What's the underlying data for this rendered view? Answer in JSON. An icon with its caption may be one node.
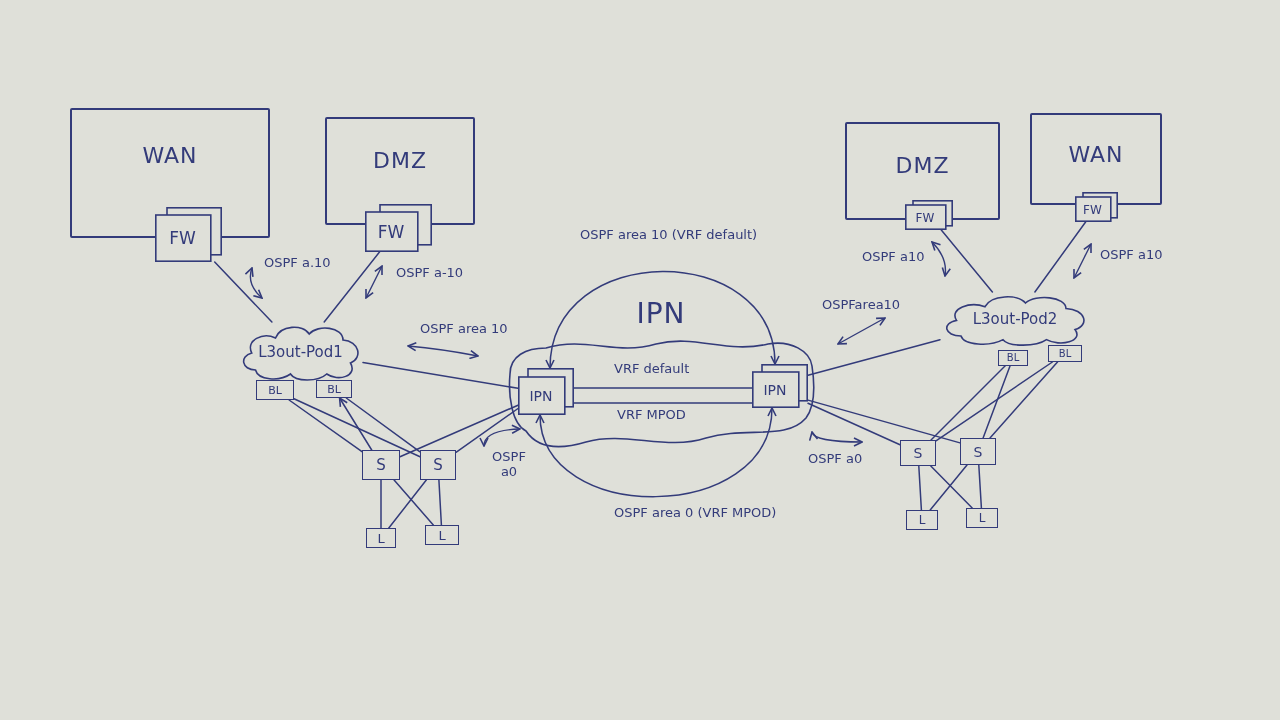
{
  "diagram": {
    "nodes": [
      {
        "text": [
          "WAN"
        ]
      },
      {
        "text": [
          "FW"
        ]
      },
      {
        "text": [
          "DMZ"
        ]
      },
      {
        "text": [
          "FW"
        ]
      },
      {
        "text": [
          "L3out-Pod1"
        ]
      },
      {
        "text": [
          "BL"
        ]
      },
      {
        "text": [
          "BL"
        ]
      },
      {
        "text": [
          "S"
        ]
      },
      {
        "text": [
          "S"
        ]
      },
      {
        "text": [
          "L"
        ]
      },
      {
        "text": [
          "L"
        ]
      },
      {
        "text": [
          "IPN"
        ]
      },
      {
        "text": [
          "IPN"
        ],
        "in": 11
      },
      {
        "text": [
          "IPN"
        ],
        "in": 11
      },
      {
        "text": [
          "DMZ"
        ]
      },
      {
        "text": [
          "FW"
        ]
      },
      {
        "text": [
          "WAN"
        ]
      },
      {
        "text": [
          "FW"
        ]
      },
      {
        "text": [
          "L3out-Pod2"
        ]
      },
      {
        "text": [
          "BL"
        ]
      },
      {
        "text": [
          "BL"
        ]
      },
      {
        "text": [
          "S"
        ]
      },
      {
        "text": [
          "S"
        ]
      },
      {
        "text": [
          "L"
        ]
      },
      {
        "text": [
          "L"
        ]
      }
    ],
    "edges": [
      {
        "from": 1,
        "to": 4,
        "arrow": "none",
        "label": "OSPF a.10"
      },
      {
        "from": 3,
        "to": 4,
        "arrow": "none",
        "label": "OSPF a-10"
      },
      {
        "from": 4,
        "to": 12,
        "arrow": "none",
        "label": "OSPF area 10"
      },
      {
        "from": 5,
        "to": 7,
        "arrow": "none"
      },
      {
        "from": 5,
        "to": 8,
        "arrow": "none"
      },
      {
        "from": 7,
        "to": 6,
        "arrow": "to"
      },
      {
        "from": 6,
        "to": 8,
        "arrow": "none"
      },
      {
        "from": 12,
        "to": 7,
        "arrow": "none"
      },
      {
        "from": 12,
        "to": 8,
        "arrow": "none"
      },
      {
        "from": 7,
        "to": 9,
        "arrow": "none"
      },
      {
        "from": 7,
        "to": 10,
        "arrow": "none"
      },
      {
        "from": 8,
        "to": 9,
        "arrow": "none"
      },
      {
        "from": 8,
        "to": 10,
        "arrow": "none"
      },
      {
        "from": 12,
        "to": 13,
        "arrow": "none",
        "label": "VRF default"
      },
      {
        "from": 12,
        "to": 13,
        "arrow": "none",
        "label": "VRF MPOD"
      },
      {
        "from": 12,
        "to": 13,
        "arrow": "both",
        "label": "OSPF area 10 (VRF default)"
      },
      {
        "from": 12,
        "to": 13,
        "arrow": "both",
        "label": "OSPF area 0 (VRF MPOD)"
      },
      {
        "from": 15,
        "to": 18,
        "arrow": "none",
        "label": "OSPF a10"
      },
      {
        "from": 17,
        "to": 18,
        "arrow": "none",
        "label": "OSPF a10"
      },
      {
        "from": 18,
        "to": 13,
        "arrow": "none",
        "label": "OSPFarea10"
      },
      {
        "from": 13,
        "to": 21,
        "arrow": "none"
      },
      {
        "from": 13,
        "to": 22,
        "arrow": "none"
      },
      {
        "from": 19,
        "to": 21,
        "arrow": "none"
      },
      {
        "from": 19,
        "to": 22,
        "arrow": "none"
      },
      {
        "from": 20,
        "to": 21,
        "arrow": "none"
      },
      {
        "from": 20,
        "to": 22,
        "arrow": "none"
      },
      {
        "from": 21,
        "to": 23,
        "arrow": "none"
      },
      {
        "from": 21,
        "to": 24,
        "arrow": "none"
      },
      {
        "from": 22,
        "to": 23,
        "arrow": "none"
      },
      {
        "from": 22,
        "to": 24,
        "arrow": "none"
      }
    ],
    "labels": [
      "OSPF a0",
      "OSPF a0"
    ]
  }
}
